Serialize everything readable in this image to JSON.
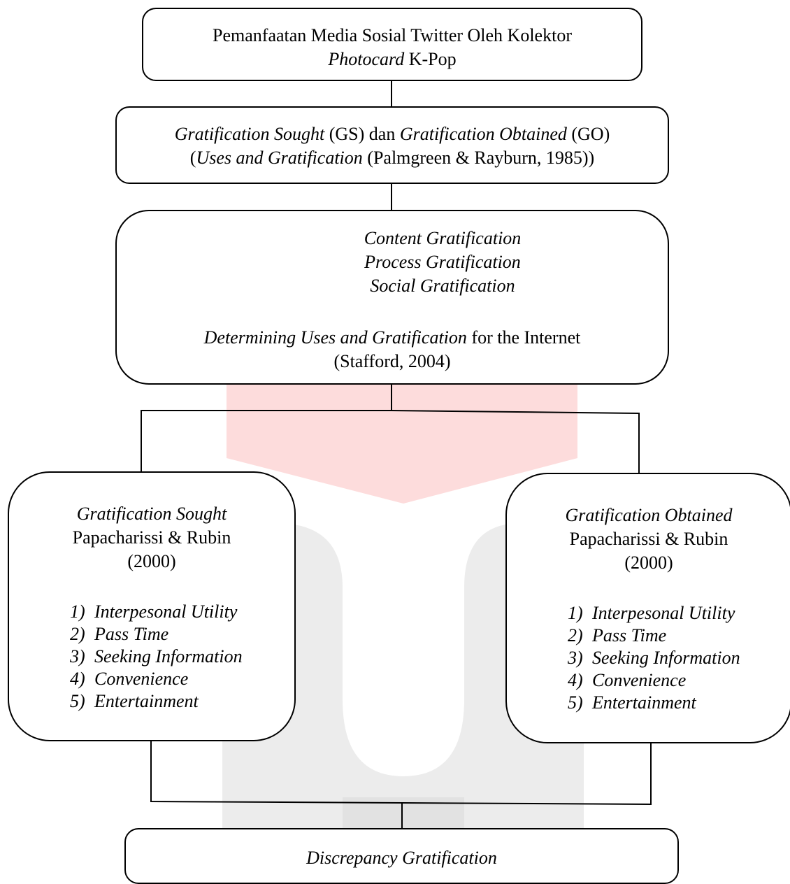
{
  "top": {
    "line1": "Pemanfaatan Media Sosial Twitter Oleh Kolektor",
    "line2_italic": "Photocard",
    "line2_rest": " K-Pop"
  },
  "gs_go": {
    "line1_a": "Gratification Sought",
    "line1_b": " (GS) dan ",
    "line1_c": "Gratification Obtained",
    "line1_d": " (GO)",
    "line2_a": "(",
    "line2_b": "Uses and Gratification",
    "line2_c": " (Palmgreen & Rayburn, 1985))"
  },
  "middle": {
    "items": [
      "Content Gratification",
      "Process Gratification",
      "Social Gratification"
    ],
    "source_italic": "Determining Uses and Gratification",
    "source_rest": " for the Internet",
    "source_cite": "(Stafford, 2004)"
  },
  "left": {
    "title": "Gratification Sought",
    "authors": "Papacharissi & Rubin",
    "year": "(2000)",
    "items": [
      {
        "num": "1)",
        "label": "Interpesonal Utility"
      },
      {
        "num": "2)",
        "label": "Pass Time"
      },
      {
        "num": "3)",
        "label": "Seeking Information"
      },
      {
        "num": "4)",
        "label": "Convenience"
      },
      {
        "num": "5)",
        "label": "Entertainment"
      }
    ]
  },
  "right": {
    "title": "Gratification Obtained",
    "authors": "Papacharissi & Rubin",
    "year": "(2000)",
    "items": [
      {
        "num": "1)",
        "label": "Interpesonal Utility"
      },
      {
        "num": "2)",
        "label": "Pass Time"
      },
      {
        "num": "3)",
        "label": "Seeking Information"
      },
      {
        "num": "4)",
        "label": "Convenience"
      },
      {
        "num": "5)",
        "label": "Entertainment"
      }
    ]
  },
  "bottom": {
    "label": "Discrepancy Gratification"
  },
  "colors": {
    "watermark_red": "#fddcdc",
    "watermark_gray": "#ececec",
    "line": "#000000"
  }
}
